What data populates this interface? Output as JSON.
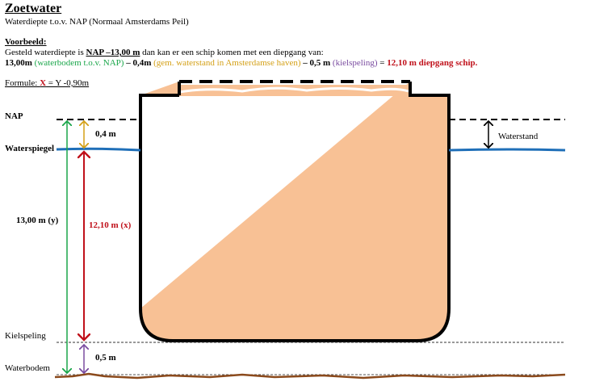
{
  "title": "Zoetwater",
  "subtitle": "Waterdiepte t.o.v. NAP (Normaal Amsterdams Peil)",
  "example_heading": "Voorbeeld:",
  "example_line1": {
    "a": "Gesteld waterdiepte is ",
    "b": "NAP –13,00 m",
    "c": " dan kan er een schip komen met een diepgang van:"
  },
  "example_line2": {
    "v1": "13,00m",
    "d1": "(waterbodem t.o.v. NAP)",
    "v2": " – 0,4m",
    "d2": "(gem. waterstand in Amsterdamse haven)",
    "v3": "– 0,5 m",
    "d3": "(kielspeling)",
    "eq": "=",
    "result": "12,10 m diepgang schip."
  },
  "formula": {
    "label": "Formule: ",
    "x": "X",
    "rest": " = Y -0,90m"
  },
  "labels": {
    "nap": "NAP",
    "waterspiegel": "Waterspiegel",
    "kielspeling": "Kielspeling",
    "waterbodem": "Waterbodem",
    "waterstand": "Waterstand"
  },
  "measures": {
    "nap_to_water": "0,4 m",
    "total": "13,00 m  (y)",
    "draft": "12,10 m  (x)",
    "clearance": "0,5 m"
  },
  "colors": {
    "green": "#1aa64a",
    "yellow": "#d4a017",
    "red": "#c0111b",
    "purple": "#7a4ca0",
    "water": "#1f6fb8",
    "ship": "#f8c195",
    "ground": "#8b4a1c"
  }
}
